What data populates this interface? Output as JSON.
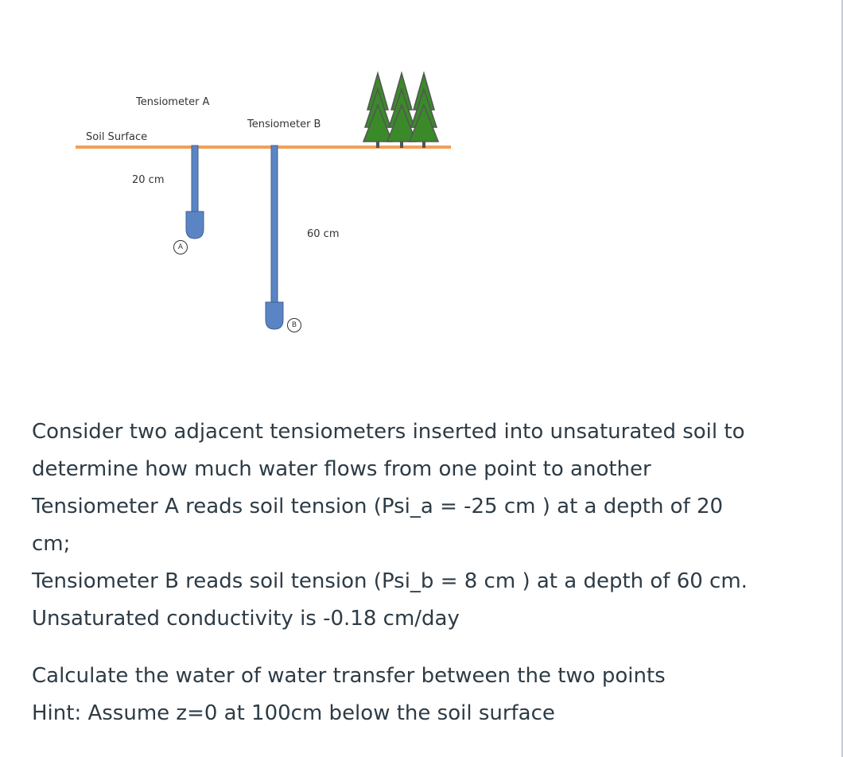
{
  "diagram": {
    "labels": {
      "tensiometer_a": "Tensiometer A",
      "tensiometer_b": "Tensiometer B",
      "soil_surface": "Soil Surface",
      "depth_a": "20 cm",
      "depth_b": "60 cm",
      "marker_a": "A",
      "marker_b": "B"
    },
    "colors": {
      "soil_line": "#f0a05a",
      "tube": "#5b84c4",
      "tube_outline": "#3f5f93",
      "tree": "#3a8a2a",
      "tree_outline": "#555555"
    },
    "trees_count": 3
  },
  "question": {
    "line1": "Consider two adjacent tensiometers inserted into unsaturated soil to",
    "line2": "determine how much water flows from one point to another",
    "line3": "Tensiometer A reads soil tension (Psi_a = -25 cm ) at a depth of 20",
    "line4": "cm;",
    "line5": "Tensiometer B reads soil tension (Psi_b = 8 cm ) at a depth of 60 cm.",
    "line6": "Unsaturated conductivity is -0.18 cm/day",
    "line7": "Calculate the water of water transfer between the two points",
    "line8": "Hint: Assume z=0 at 100cm below the soil surface"
  }
}
